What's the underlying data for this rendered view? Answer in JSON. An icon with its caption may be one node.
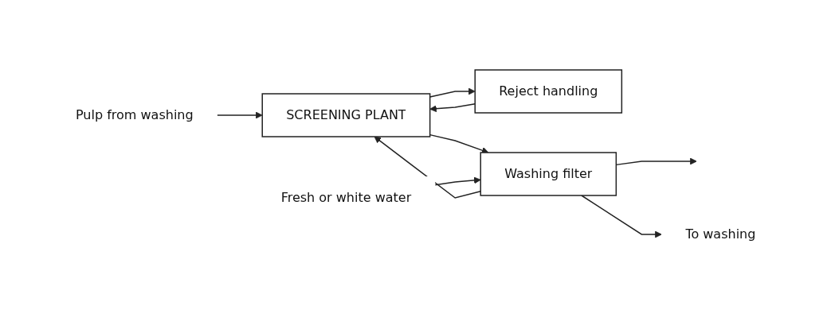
{
  "diagram": {
    "nodes": [
      {
        "text": [
          "Pulp from washing"
        ]
      },
      {
        "text": [
          "SCREENING PLANT"
        ]
      },
      {
        "text": [
          "Reject handling"
        ]
      },
      {
        "text": [
          "Washing filter"
        ]
      },
      {
        "text": [
          "Fresh or white water"
        ]
      },
      {
        "text": [
          "To washing"
        ]
      }
    ],
    "edges": [
      {
        "from": 0,
        "to": 1,
        "arrow": "to"
      },
      {
        "from": 1,
        "to": 3,
        "arrow": "to"
      },
      {
        "from": 4,
        "to": 3,
        "arrow": "to"
      },
      {
        "from": 3,
        "to": null,
        "arrow": "to"
      },
      {
        "from": 1,
        "to": 2,
        "arrow": "to"
      },
      {
        "from": 2,
        "to": 1,
        "arrow": "to"
      },
      {
        "from": 3,
        "to": 1,
        "arrow": "to"
      },
      {
        "from": 3,
        "to": 5,
        "arrow": "to"
      }
    ]
  }
}
